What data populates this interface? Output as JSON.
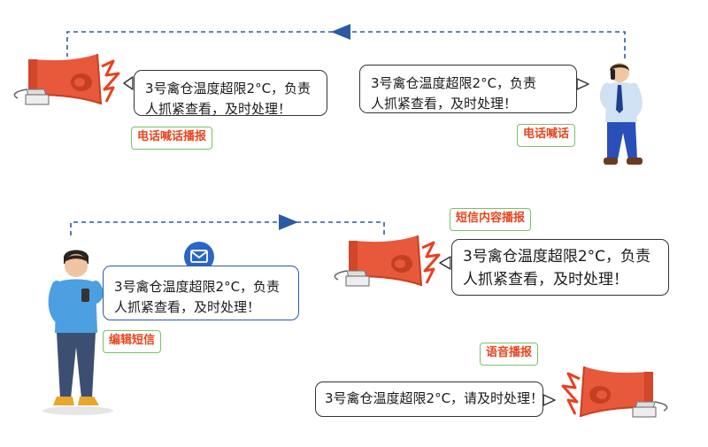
{
  "messages": {
    "top_left": [
      "3号禽仓温度超限2°C，负责",
      "人抓紧查看，及时处理！"
    ],
    "top_right": [
      "3号禽仓温度超限2°C，负责",
      "人抓紧查看，及时处理！"
    ],
    "mid_left": [
      "3号禽仓温度超限2°C，负责",
      "人抓紧查看，及时处理！"
    ],
    "mid_right": [
      "3号禽仓温度超限2°C，负责",
      "人抓紧查看，及时处理！"
    ],
    "bottom": [
      "3号禽仓温度超限2°C，请及时处理！"
    ]
  },
  "labels": {
    "phone_broadcast": "电话喊话播报",
    "phone_call": "电话喊话",
    "sms_broadcast": "短信内容播报",
    "edit_sms": "编辑短信",
    "voice_broadcast": "语音播报"
  },
  "colors": {
    "flow_line": "#2b5aa3",
    "horn": "#e8583a",
    "signal": "#e8401f",
    "label_text": "#e8451e",
    "label_border": "#79c267",
    "envelope": "#2b66c4"
  },
  "icons": [
    "horn-speaker-icon",
    "mail-envelope-icon",
    "signal-waves-icon",
    "arrow-icon"
  ]
}
